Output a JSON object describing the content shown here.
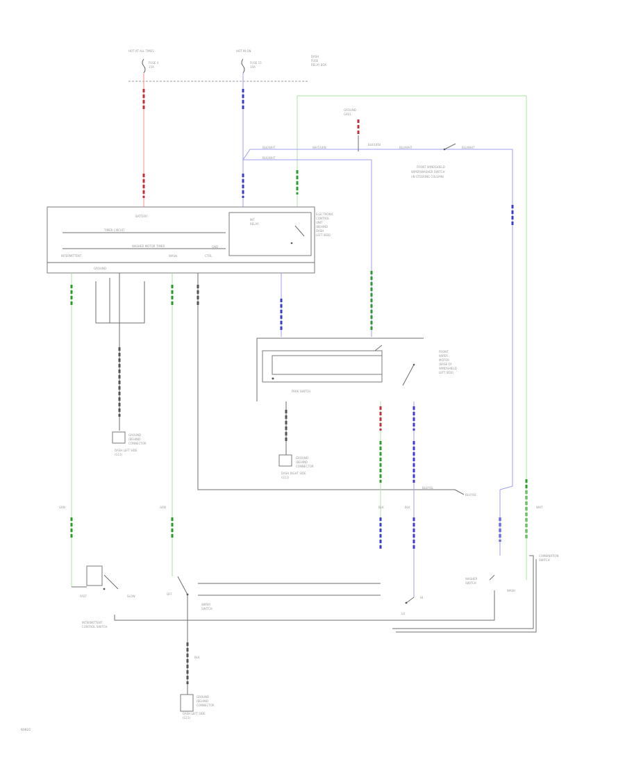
{
  "labels": {
    "fuse_hot_all": "HOT AT ALL TIMES",
    "fuse_hot_run": "HOT IN ON",
    "fuse_a_num": "FUSE 4",
    "fuse_a_amp": "15A",
    "fuse_b_num": "FUSE 15",
    "fuse_b_amp": "10A",
    "fuse_box_1": "DASH",
    "fuse_box_2": "FUSE",
    "fuse_box_3": "RELAY BOX",
    "ground_top_1": "GROUND",
    "ground_top_2": "G401",
    "splice_1": "BLK/WHT",
    "splice_2": "BLK/WHT",
    "splice_3": "WHT/GRN",
    "splice_4": "BLK/GRN",
    "splice_5": "BLU/WHT",
    "splice_6": "BLU/WHT",
    "relay_note_1": "FRONT WINDSHIELD",
    "relay_note_2": "WIPER/WASHER SWITCH",
    "relay_note_3": "(IN STEERING COLUMN)",
    "module_battery": "BATTERY",
    "module_timer_circuit": "TIMER CIRCUIT",
    "module_relay": "WASHER MOTOR TIMER",
    "module_ground": "GROUND",
    "module_intermittent": "INTERMITTENT",
    "module_wash": "WASH",
    "module_ground_small": "GND",
    "module_ctrl": "CTRL",
    "relay_side_1": "INT",
    "relay_side_2": "RELAY",
    "side_note_1": "ELECTRONIC",
    "side_note_2": "CONTROL",
    "side_note_3": "UNIT",
    "side_note_4": "(BEHIND",
    "side_note_5": "DASH",
    "side_note_6": "LEFT SIDE)",
    "motor_note_1": "FRONT",
    "motor_note_2": "WIPER",
    "motor_note_3": "MOTOR",
    "motor_note_4": "(BASE OF",
    "motor_note_5": "WINDSHIELD",
    "motor_note_6": "LEFT SIDE)",
    "park_switch": "PARK SWITCH",
    "ground_left_1": "GROUND",
    "ground_left_2": "(BEHIND",
    "ground_left_3": "CONNECTOR",
    "ground_left_4": "DASH LEFT SIDE",
    "ground_left_5": "(G11)",
    "ground_mid_1": "GROUND",
    "ground_mid_2": "(BEHIND",
    "ground_mid_3": "CONNECTOR",
    "ground_mid_4": "DASH RIGHT SIDE",
    "ground_mid_5": "(G12)",
    "wire_blu_1": "BLU/YEL",
    "wire_blu_2": "BLU/YEL",
    "wire_blk_1": "BLK",
    "wire_blk_2": "BLK",
    "wire_grn_1": "GRN",
    "wire_grn_2": "GRN",
    "wire_wht": "WHT",
    "sw_int_1": "INTERMITTENT",
    "sw_int_2": "CONTROL SWITCH",
    "sw_fast": "FAST",
    "sw_slow": "SLOW",
    "sw_off": "OFF",
    "sw_lo": "LO",
    "sw_hi": "HI",
    "sw_wiper_1": "WIPER",
    "sw_wiper_2": "SWITCH",
    "sw_washer_1": "WASHER",
    "sw_washer_2": "SWITCH",
    "sw_wash": "WASH",
    "combo_1": "COMBINATION",
    "combo_2": "SWITCH",
    "ground_bot_1": "GROUND",
    "ground_bot_2": "(BEHIND",
    "ground_bot_3": "CONNECTOR",
    "ground_bot_4": "DASH LEFT SIDE",
    "ground_bot_5": "(G11)",
    "ground_bot_wire": "BLK",
    "page_ref": "60621"
  },
  "colors": {
    "red_wire": "#ff8a8a",
    "blue_wire": "#9d9df0",
    "green_wire": "#a8e6a0",
    "black_wire": "#6e6e6e"
  }
}
